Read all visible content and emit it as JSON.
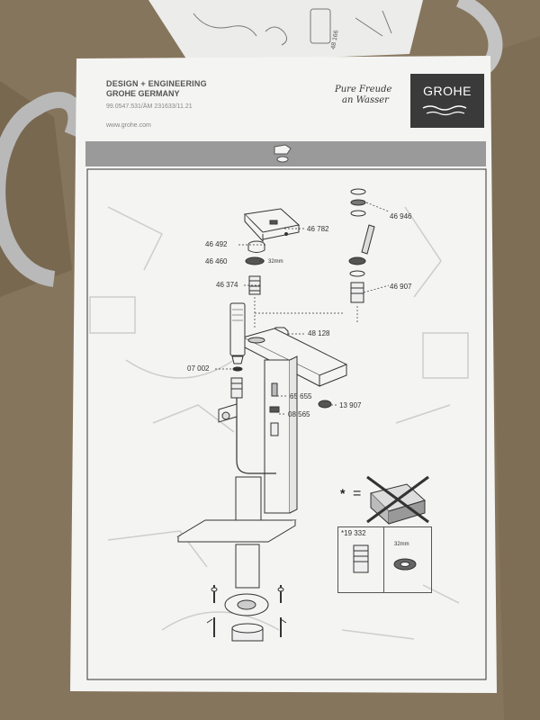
{
  "header": {
    "line1": "DESIGN + ENGINEERING",
    "line2": "GROHE GERMANY",
    "doc_number": "99.0547.531/ÄM 231633/11.21",
    "website": "www.grohe.com"
  },
  "slogan": {
    "line1": "Pure Freude",
    "line2": "an Wasser"
  },
  "logo": {
    "text": "GROHE"
  },
  "parts": {
    "p46782": "46 782",
    "p46946": "46 946",
    "p46492": "46 492",
    "p46460": "46 460",
    "mm32a": "32mm",
    "p46374": "46 374",
    "p46907": "46 907",
    "p48128": "48 128",
    "p07002": "07 002",
    "p65655": "65 655",
    "p13907": "13 907",
    "p08565": "08 565"
  },
  "legend": {
    "star": "*",
    "equals": "="
  },
  "note_box": {
    "part": "*19 332",
    "size": "32mm"
  },
  "background_note": "48 166",
  "colors": {
    "paper": "#f4f4f2",
    "band": "#9a9a9a",
    "logo": "#3a3a3a",
    "cardboard": "#8a7a62"
  }
}
